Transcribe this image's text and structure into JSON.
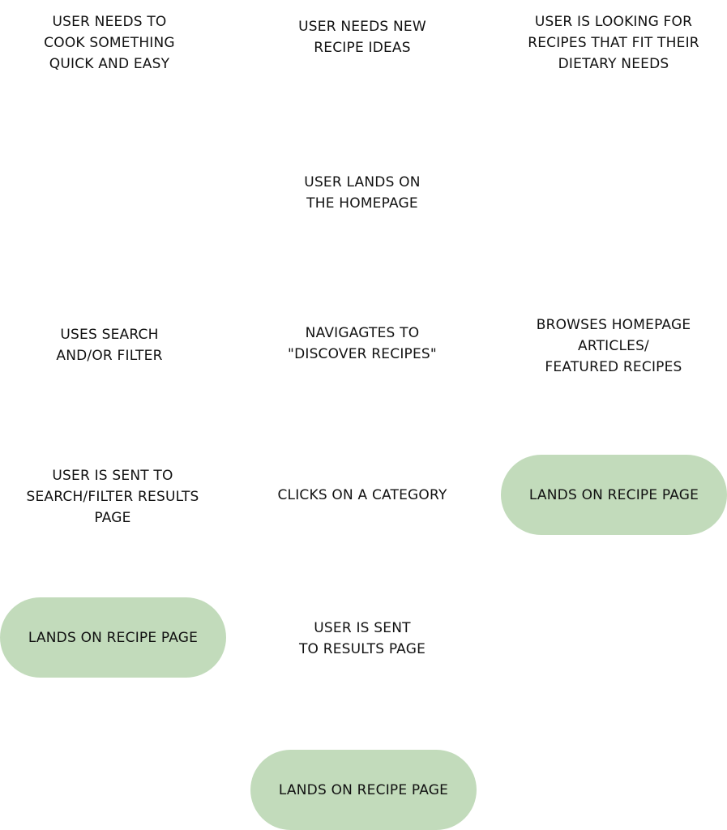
{
  "nodes": {
    "quick": "USER NEEDS TO\nCOOK SOMETHING\nQUICK AND EASY",
    "ideas": "USER NEEDS NEW\nRECIPE IDEAS",
    "diet": "USER IS LOOKING FOR\nRECIPES THAT FIT THEIR\nDIETARY NEEDS",
    "home": "USER LANDS ON\nTHE HOMEPAGE",
    "search": "USES SEARCH\nAND/OR FILTER",
    "discover": "NAVIGAGTES TO\n\"DISCOVER RECIPES\"",
    "browse": "BROWSES HOMEPAGE\nARTICLES/\nFEATURED RECIPES",
    "sent": "USER IS SENT TO\nSEARCH/FILTER RESULTS\nPAGE",
    "category": "CLICKS ON A CATEGORY",
    "results": "USER IS SENT\nTO RESULTS PAGE"
  },
  "endpoints": {
    "recipe_right": "LANDS ON RECIPE PAGE",
    "recipe_left": "LANDS ON RECIPE PAGE",
    "recipe_bottom": "LANDS ON RECIPE PAGE"
  },
  "colors": {
    "endpoint_fill": "#c2dbbb",
    "text": "#111111",
    "background": "#ffffff"
  }
}
